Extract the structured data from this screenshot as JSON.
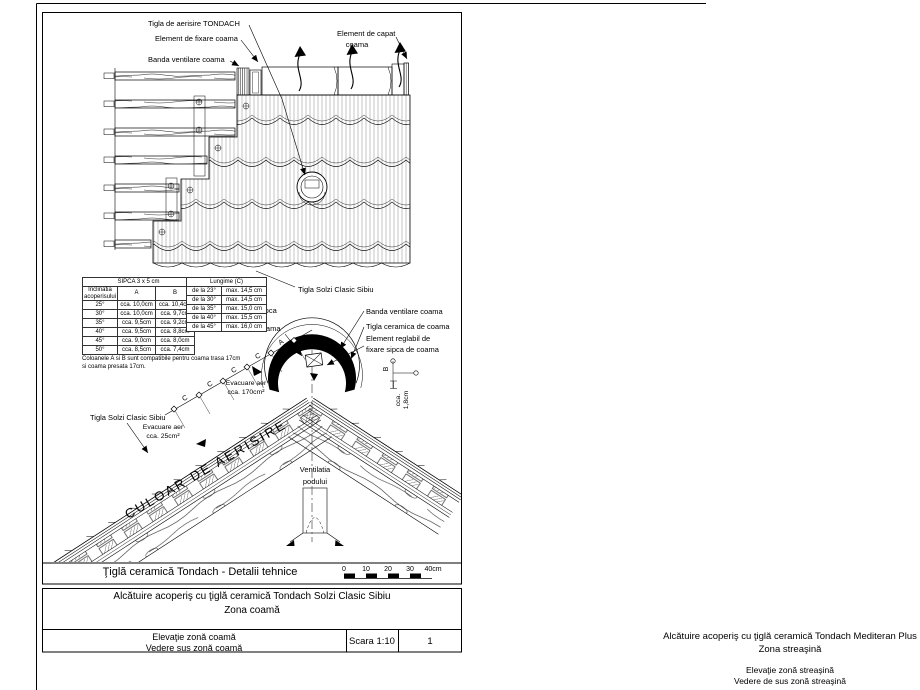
{
  "doc": {
    "drawing_title": "Ţiglă ceramică Tondach  - Detalii tehnice",
    "project_title_line1": "Alcătuire acoperiş cu ţiglă ceramică Tondach Solzi Clasic Sibiu",
    "project_title_line2": "Zona coamă",
    "view_line1": "Elevaţie zonă coamă",
    "view_line2": "Vedere sus zonă coamă",
    "scale": "Scara 1:10",
    "sheet_number": "1"
  },
  "next_sheet": {
    "title_line1": "Alcătuire acoperiş cu ţiglă ceramică Tondach Mediteran Plus",
    "title_line2": "Zona streaşină",
    "view_line1": "Elevaţie zonă streaşină",
    "view_line2": "Vedere de sus zonă streaşină"
  },
  "scalebar": {
    "ticks": [
      "0",
      "10",
      "20",
      "30"
    ],
    "end": "40cm"
  },
  "annotations": {
    "tigla_aerisire": "Tigla de aerisire  TONDACH",
    "element_fixare": "Element de fixare coama",
    "banda_ventilare_top": "Banda ventilare coama",
    "element_capat_1": "Element de capat",
    "element_capat_2": "coama",
    "tigla_solzi_top": "Tigla Solzi Clasic Sibiu",
    "sipca_1": "Sipca",
    "sipca_2": "de",
    "sipca_3": "coama",
    "banda_ventilare_mid": "Banda ventilare coama",
    "tigla_ceramica": "Tigla ceramica de coama",
    "element_reglabil_1": "Element reglabil de",
    "element_reglabil_2": "fixare sipca de coama",
    "evacuare_170_1": "Evacuare aer",
    "evacuare_170_2": "cca. 170cm²",
    "tigla_solzi_left": "Tigla Solzi Clasic Sibiu",
    "evacuare_25_1": "Evacuare aer",
    "evacuare_25_2": "cca. 25cm²",
    "culoar": "CULOAR DE AERISIRE",
    "ventilatia_1": "Ventilatia",
    "ventilatia_2": "podului",
    "dim_a": "A",
    "dim_b": "B",
    "dim_c": "C",
    "cca18_1": "cca.",
    "cca18_2": "1,8cm"
  },
  "sipca_table": {
    "title": "SIPCA 3 x 5 cm",
    "col0_header_1": "Inclinatia",
    "col0_header_2": "acoperisului",
    "colA": "A",
    "colB": "B",
    "rows": [
      {
        "angle": "25°",
        "a": "cca. 10,0cm",
        "b": "cca. 10,4cm"
      },
      {
        "angle": "30°",
        "a": "cca. 10,0cm",
        "b": "cca. 9,7cm"
      },
      {
        "angle": "35°",
        "a": "cca. 9,5cm",
        "b": "cca. 9,2cm"
      },
      {
        "angle": "40°",
        "a": "cca. 9,5cm",
        "b": "cca. 8,8cm"
      },
      {
        "angle": "45°",
        "a": "cca. 9,0cm",
        "b": "cca. 8,0cm"
      },
      {
        "angle": "50°",
        "a": "cca. 8,5cm",
        "b": "cca. 7,4cm"
      }
    ],
    "note_1": "Coloanele A si B sunt compatibile pentru coama trasa 17cm",
    "note_2": "si coama presata 17cm."
  },
  "lungime_table": {
    "title": "Lungime (C)",
    "rows": [
      {
        "from": "de la 23°",
        "max": "max. 14,5 cm"
      },
      {
        "from": "de la 30°",
        "max": "max. 14,5 cm"
      },
      {
        "from": "de la 35°",
        "max": "max. 15,0 cm"
      },
      {
        "from": "de la 40°",
        "max": "max. 15,5 cm"
      },
      {
        "from": "de la 45°",
        "max": "max. 16,0 cm"
      }
    ]
  },
  "colors": {
    "line": "#000000",
    "background": "#ffffff"
  }
}
